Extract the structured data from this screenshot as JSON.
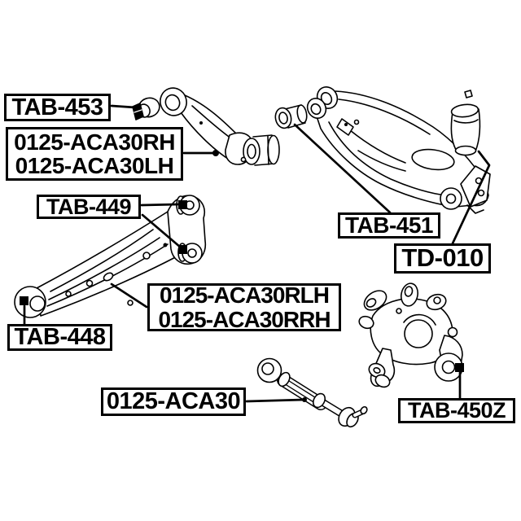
{
  "page": {
    "background_color": "#ffffff",
    "ink_color": "#000000"
  },
  "labels": {
    "tab453": {
      "text": "TAB-453"
    },
    "aca30rh_lh": {
      "line1": "0125-ACA30RH",
      "line2": "0125-ACA30LH"
    },
    "tab449": {
      "text": "TAB-449"
    },
    "tab448": {
      "text": "TAB-448"
    },
    "aca30rlh_rrh": {
      "line1": "0125-ACA30RLH",
      "line2": "0125-ACA30RRH"
    },
    "aca30": {
      "text": "0125-ACA30"
    },
    "tab451": {
      "text": "TAB-451"
    },
    "td010": {
      "text": "TD-010"
    },
    "tab450z": {
      "text": "TAB-450Z"
    }
  }
}
